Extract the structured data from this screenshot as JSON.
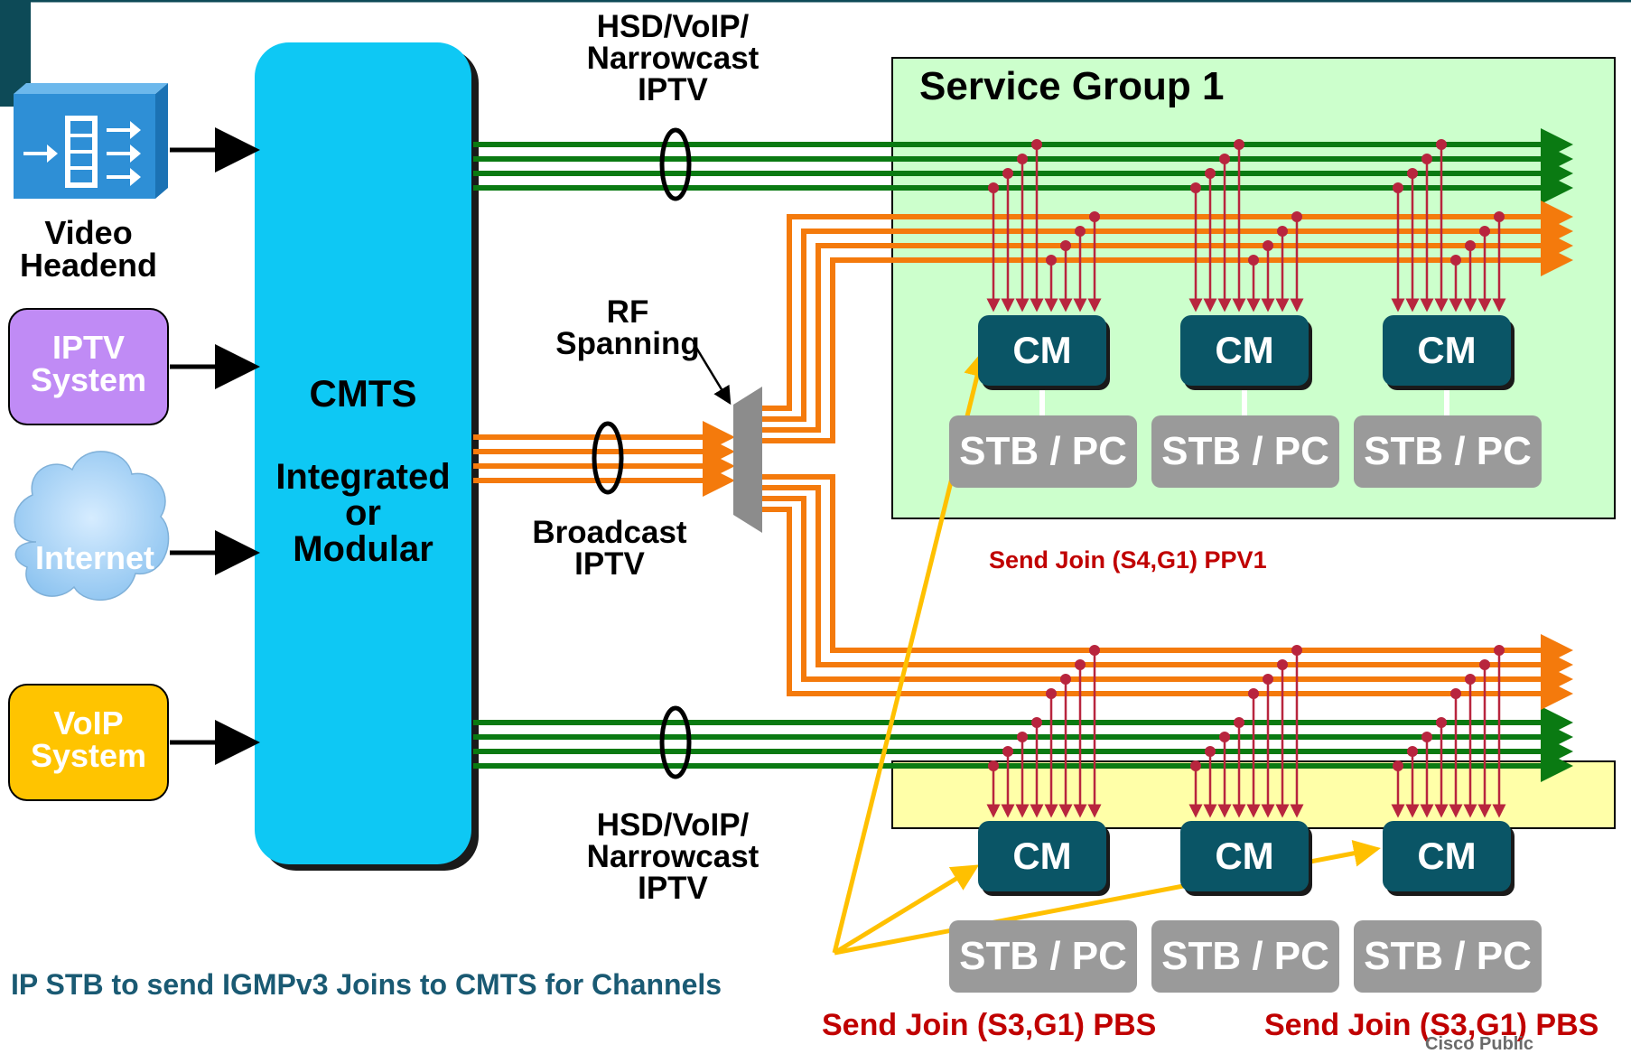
{
  "sources": {
    "video_headend": "Video\nHeadend",
    "iptv_system": "IPTV\nSystem",
    "internet": "Internet",
    "voip_system": "VoIP\nSystem"
  },
  "cmts": {
    "title": "CMTS",
    "subtitle": "Integrated\nor\nModular"
  },
  "labels": {
    "hsd_top": "HSD/VoIP/\nNarrowcast\nIPTV",
    "hsd_bottom": "HSD/VoIP/\nNarrowcast\nIPTV",
    "rf_spanning": "RF\nSpanning",
    "broadcast": "Broadcast\nIPTV",
    "service_group": "Service Group 1",
    "join_ppv": "Send Join (S4,G1) PPV1",
    "ip_stb": "IP STB to send IGMPv3 Joins to CMTS for Channels",
    "join_pbs_1": "Send Join (S3,G1) PBS",
    "join_pbs_2": "Send Join (S3,G1) PBS",
    "footer_fragment": "Cisco Public"
  },
  "devices": {
    "cm_label": "CM",
    "stb_label": "STB / PC"
  },
  "colors": {
    "green_line": "#0a7a12",
    "orange_line": "#f47a0c",
    "cmts_fill": "#0ec8f4",
    "service_group_fill": "#ccffcc",
    "yellow_group_fill": "#ffffa8",
    "join_arrow": "#ffc000",
    "tap_dot": "#b8253e",
    "cm_fill": "#0a5566",
    "stb_fill": "#9a9a9a",
    "red_text": "#c00000",
    "teal_text": "#1a5a73"
  }
}
